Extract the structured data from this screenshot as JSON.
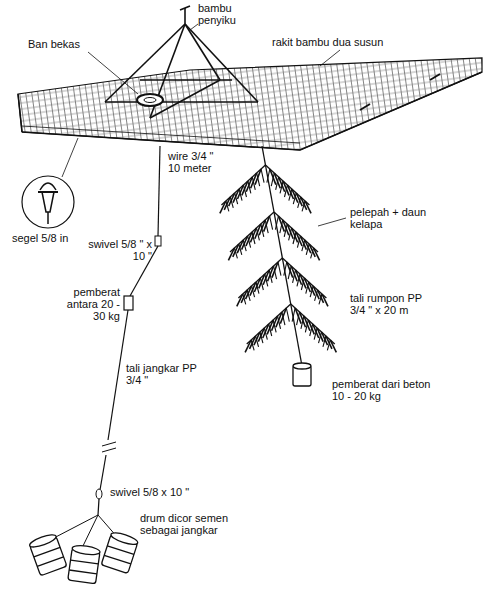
{
  "diagram": {
    "labels": [
      "bambu penyiku",
      "Ban bekas",
      "rakit bambu dua susun",
      "segel 5/8 in",
      "wire 3/4 \" 10 meter",
      "swivel 5/8 \" x 10 \"",
      "pemberat antara 20 - 30 kg",
      "tali jangkar PP 3/4 \"",
      "swivel 5/8 x 10 \"",
      "drum dicor semen sebagai jangkar",
      "pelepah + daun kelapa",
      "tali rumpon PP 3/4 \" x 20 m",
      "pemberat dari beton 10 - 20 kg"
    ]
  }
}
